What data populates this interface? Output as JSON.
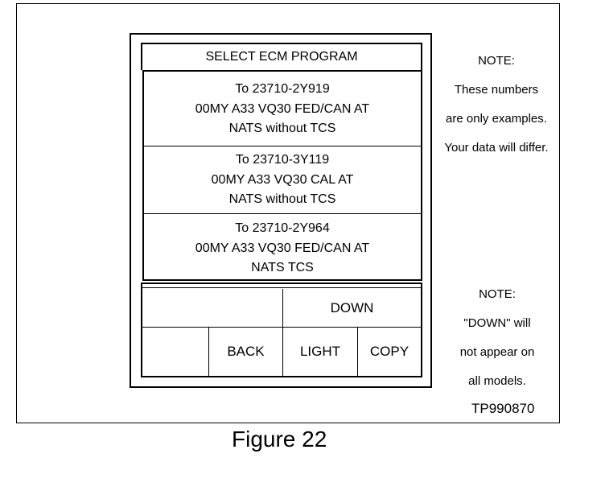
{
  "screen": {
    "title": "SELECT ECM PROGRAM",
    "programs": [
      {
        "part": "To 23710-2Y919",
        "model": "00MY A33 VQ30 FED/CAN AT",
        "option": "NATS without TCS"
      },
      {
        "part": "To 23710-3Y119",
        "model": "00MY A33 VQ30 CAL AT",
        "option": "NATS without TCS"
      },
      {
        "part": "To 23710-2Y964",
        "model": "00MY A33 VQ30 FED/CAN AT",
        "option": "NATS TCS"
      }
    ],
    "buttons": {
      "down": "DOWN",
      "back": "BACK",
      "light": "LIGHT",
      "copy": "COPY"
    }
  },
  "notes": {
    "note1": [
      "NOTE:",
      "These numbers",
      "are only examples.",
      "Your data will differ."
    ],
    "note2": [
      "NOTE:",
      "\"DOWN\" will",
      "not appear on",
      "all models."
    ]
  },
  "figure": {
    "code": "TP990870",
    "caption": "Figure 22"
  }
}
